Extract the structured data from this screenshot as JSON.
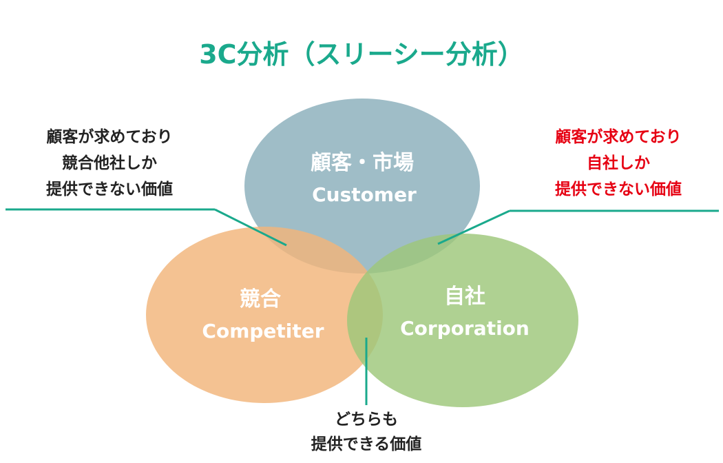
{
  "title": "3C分析（スリーシー分析）",
  "colors": {
    "title": "#1aa98c",
    "connector": "#1aa98c",
    "customer_circle": "#8aaebb",
    "competitor_circle": "#f2b47a",
    "corporation_circle": "#9dc77a",
    "highlight_text": "#e60012"
  },
  "circles": {
    "customer": {
      "title": "顧客・市場",
      "subtitle": "Customer"
    },
    "competitor": {
      "title": "競合",
      "subtitle": "Competiter"
    },
    "corporation": {
      "title": "自社",
      "subtitle": "Corporation"
    }
  },
  "notes": {
    "left": [
      "顧客が求めており",
      "競合他社しか",
      "提供できない価値"
    ],
    "right": [
      "顧客が求めており",
      "自社しか",
      "提供できない価値"
    ],
    "bottom": [
      "どちらも",
      "提供できる価値"
    ]
  }
}
